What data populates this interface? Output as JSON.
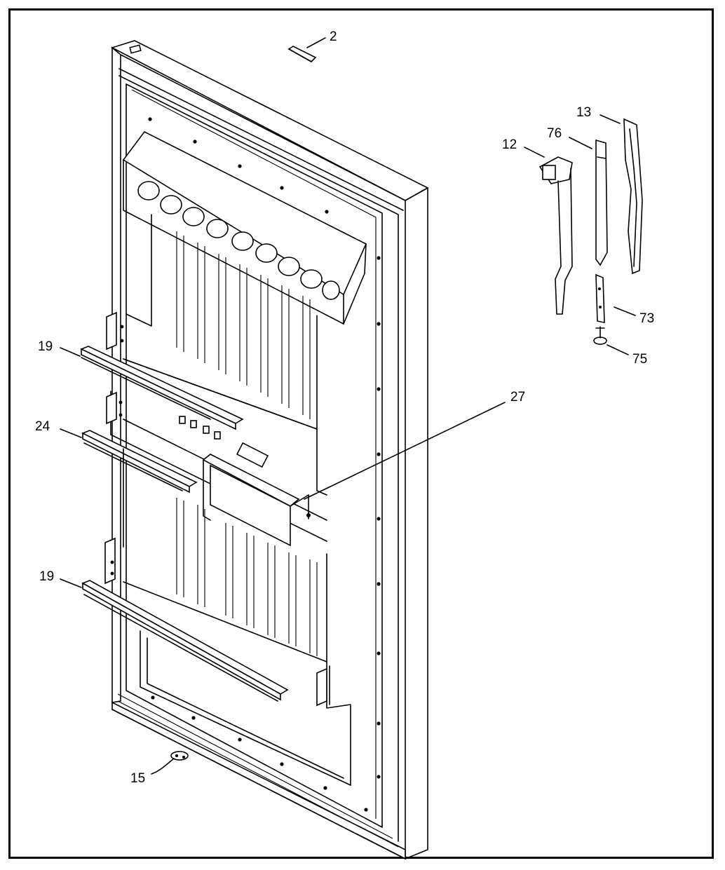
{
  "diagram": {
    "callouts": [
      {
        "id": "c2",
        "label": "2"
      },
      {
        "id": "c13",
        "label": "13"
      },
      {
        "id": "c12",
        "label": "12"
      },
      {
        "id": "c76",
        "label": "76"
      },
      {
        "id": "c73",
        "label": "73"
      },
      {
        "id": "c75",
        "label": "75"
      },
      {
        "id": "c19a",
        "label": "19"
      },
      {
        "id": "c24",
        "label": "24"
      },
      {
        "id": "c27",
        "label": "27"
      },
      {
        "id": "c19b",
        "label": "19"
      },
      {
        "id": "c15",
        "label": "15"
      }
    ]
  }
}
